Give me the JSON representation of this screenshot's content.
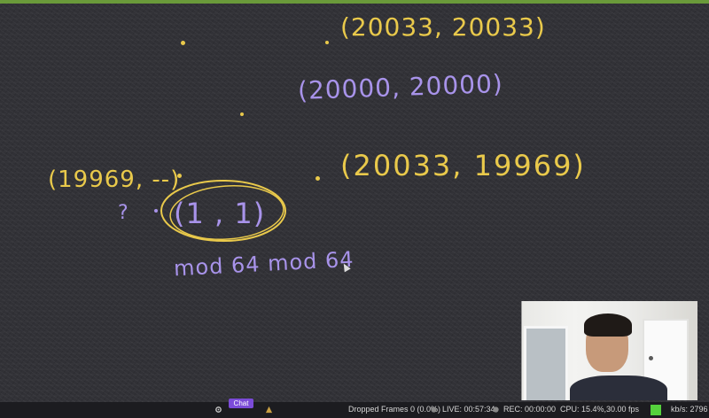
{
  "whiteboard": {
    "label_top_right": "(20033, 20033)",
    "label_center": "(20000, 20000)",
    "label_left": "(19969, --)",
    "label_right": "(20033, 19969)",
    "question_mark": "?",
    "circled_label": "(1 , 1)",
    "mod_text": "mod 64 mod 64"
  },
  "colors": {
    "yellow_ink": "#e9c94b",
    "purple_ink": "#a893ea",
    "board_bg": "#313136",
    "status_green": "#55d13c",
    "chat_purple": "#7b4bd8"
  },
  "taskbar": {
    "chat_label": "Chat"
  },
  "status_bar": {
    "dropped_frames": "Dropped Frames 0 (0.0%)",
    "live": "LIVE: 00:57:34",
    "rec": "REC: 00:00:00",
    "cpu": "CPU: 15.4%,30.00 fps",
    "kbps": "kb/s: 2796"
  }
}
